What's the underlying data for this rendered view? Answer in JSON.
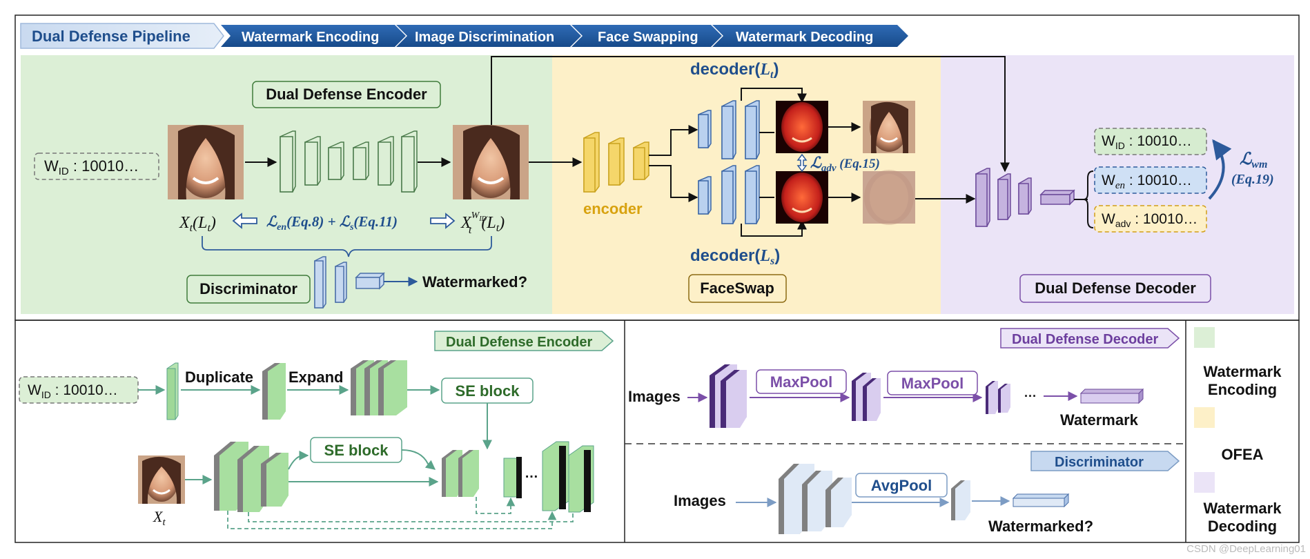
{
  "pipeline": {
    "title": "Dual Defense Pipeline",
    "steps": [
      "Watermark Encoding",
      "Image Discrimination",
      "Face Swapping",
      "Watermark Decoding"
    ]
  },
  "top": {
    "encoder_title": "Dual Defense Encoder",
    "wid_box": "W",
    "wid_sub": "ID",
    "wid_val": " : 10010…",
    "xt_label": "X",
    "xt_sub": "t",
    "xt_arg": "(L",
    "xt_arg_sub": "t",
    "xt_close": ")",
    "loss_text_a": "ℒ",
    "loss_text_a_sub": "en",
    "loss_text_a_eq": "(Eq.8) + ℒ",
    "loss_text_b_sub": "s",
    "loss_text_b_eq": "(Eq.11)",
    "xtw_label": "X",
    "xtw_sup": "W",
    "xtw_supsub": "ID",
    "xtw_sub": "t",
    "xtw_arg": "(L",
    "xtw_arg_sub": "t",
    "xtw_close": ")",
    "discriminator_title": "Discriminator",
    "watermarked_q": "Watermarked?",
    "encoder_label": "encoder",
    "decoder_lt_a": "decoder(",
    "decoder_lt_b": "L",
    "decoder_lt_c": "t",
    "decoder_lt_d": ")",
    "decoder_ls_a": "decoder(",
    "decoder_ls_b": "L",
    "decoder_ls_c": "s",
    "decoder_ls_d": ")",
    "adv_a": "ℒ",
    "adv_b": "adv",
    "adv_c": " (Eq.15)",
    "faceswap_title": "FaceSwap",
    "decoder_title": "Dual Defense Decoder",
    "out_wid_a": "W",
    "out_wid_b": "ID",
    "out_wid_c": " : 10010…",
    "out_wen_a": "W",
    "out_wen_b": "en",
    "out_wen_c": " : 10010…",
    "out_wadv_a": "W",
    "out_wadv_b": "adv",
    "out_wadv_c": " : 10010…",
    "lwm_a": "ℒ",
    "lwm_b": "wm",
    "lwm_c": "(Eq.19)"
  },
  "bottom_left": {
    "tag": "Dual Defense Encoder",
    "wid_a": "W",
    "wid_b": "ID",
    "wid_c": " : 10010…",
    "duplicate": "Duplicate",
    "expand": "Expand",
    "se_block_1": "SE block",
    "se_block_2": "SE block",
    "ellipsis": "…",
    "xt_a": "X",
    "xt_b": "t"
  },
  "bottom_mid": {
    "decoder_tag": "Dual Defense Decoder",
    "images_1": "Images",
    "maxpool_1": "MaxPool",
    "maxpool_2": "MaxPool",
    "ellipsis": "···",
    "watermark": "Watermark",
    "disc_tag": "Discriminator",
    "images_2": "Images",
    "avgpool": "AvgPool",
    "watermarked_q": "Watermarked?"
  },
  "legend": {
    "items": [
      {
        "label_1": "Watermark",
        "label_2": "Encoding",
        "color": "#dcefd6"
      },
      {
        "label_1": "OFEA",
        "label_2": "",
        "color": "#fdf0c8"
      },
      {
        "label_1": "Watermark",
        "label_2": "Decoding",
        "color": "#ebe4f7"
      }
    ]
  },
  "watermark_credit": "CSDN @DeepLearning01",
  "colors": {
    "green_bg": "#dcefd6",
    "yellow_bg": "#fdf0c8",
    "purple_bg": "#ebe4f7",
    "navy": "#1f4e8c",
    "green_dark": "#3e7b3a"
  }
}
